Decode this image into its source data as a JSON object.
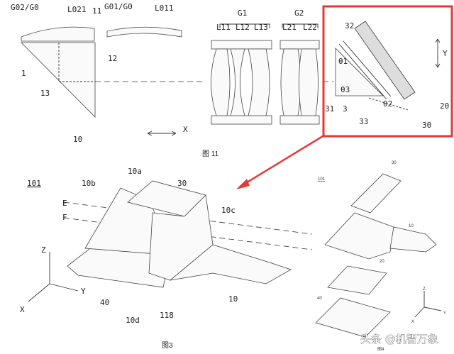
{
  "figure11": {
    "caption": "图 11",
    "labels": {
      "g02_g0": "G02/G0",
      "l021": "L021",
      "n11": "11",
      "g01_g0": "G01/G0",
      "l011": "L011",
      "n12": "12",
      "n1": "1",
      "n13": "13",
      "n10": "10",
      "x_axis": "X",
      "g1": "G1",
      "g2": "G2",
      "l11": "L11",
      "l12": "L12",
      "l13": "L13",
      "l21": "L21",
      "l22": "L22"
    },
    "inset": {
      "n32": "32",
      "theta1": "θ1",
      "theta3": "θ3",
      "theta2": "θ2",
      "n31": "31",
      "n3": "3",
      "n33": "33",
      "n30": "30",
      "n20": "20",
      "y_axis": "Y",
      "highlight_color": "#e53935"
    }
  },
  "figure3": {
    "caption": "图3",
    "labels": {
      "n101": "101",
      "n10b": "10b",
      "n10a": "10a",
      "n30": "30",
      "e": "E",
      "f": "F",
      "n10c": "10c",
      "z": "Z",
      "y": "Y",
      "x": "X",
      "n40": "40",
      "n10d": "10d",
      "n118": "118",
      "n10": "10"
    }
  },
  "figure4": {
    "caption": "图4",
    "labels": {
      "n101": "101",
      "n30": "30",
      "n10": "10",
      "n20": "20",
      "n40": "40",
      "z": "Z",
      "y": "Y",
      "x": "X"
    }
  },
  "watermark": "头条 @机智万象"
}
